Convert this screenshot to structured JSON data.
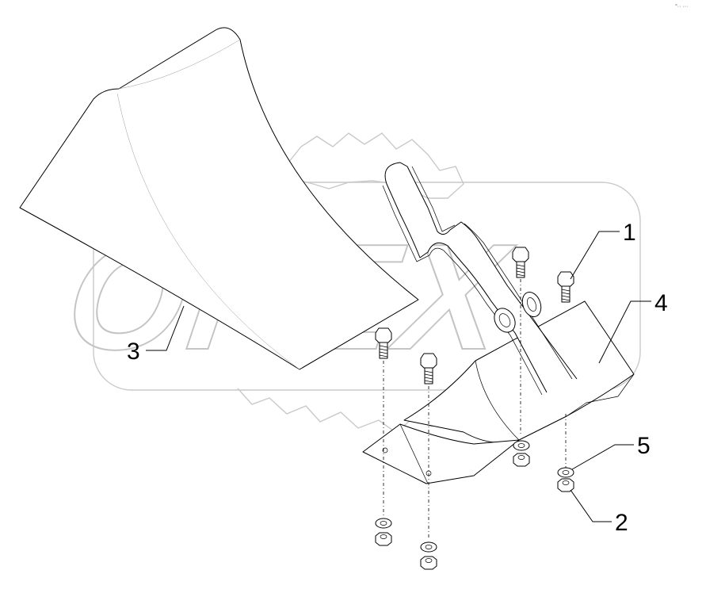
{
  "watermark": {
    "text": "OPEX"
  },
  "corner_mark": "°·· ···",
  "callouts": [
    {
      "id": "1",
      "label": "1"
    },
    {
      "id": "2",
      "label": "2"
    },
    {
      "id": "3",
      "label": "3"
    },
    {
      "id": "4",
      "label": "4"
    },
    {
      "id": "5",
      "label": "5"
    }
  ]
}
